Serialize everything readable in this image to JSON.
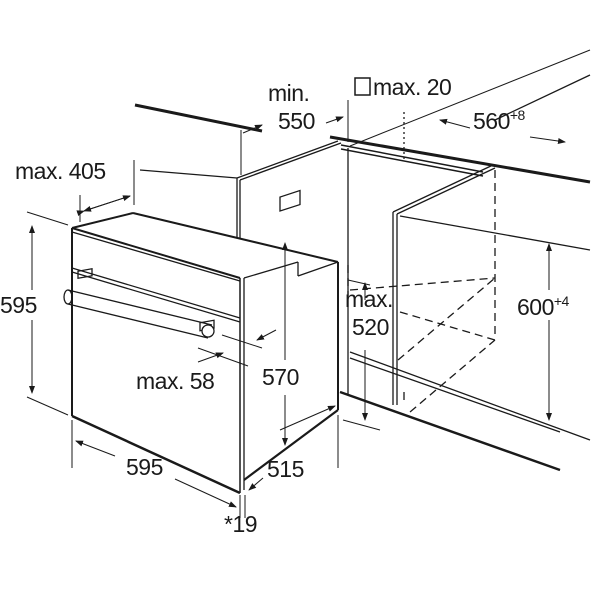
{
  "diagram": {
    "title": "Built-in oven installation dimensions",
    "labels": {
      "min_label": "min.",
      "min_550": "550",
      "max_20": "max. 20",
      "niche_width": "560",
      "niche_width_tol": "+8",
      "max_405": "max. 405",
      "oven_height": "595",
      "max_label": "max.",
      "max_520": "520",
      "niche_height": "600",
      "niche_height_tol": "+4",
      "max_58": "max. 58",
      "depth_570": "570",
      "oven_width": "595",
      "depth_515": "515",
      "front_19": "*19"
    },
    "line_color": "#1a1a1a"
  }
}
